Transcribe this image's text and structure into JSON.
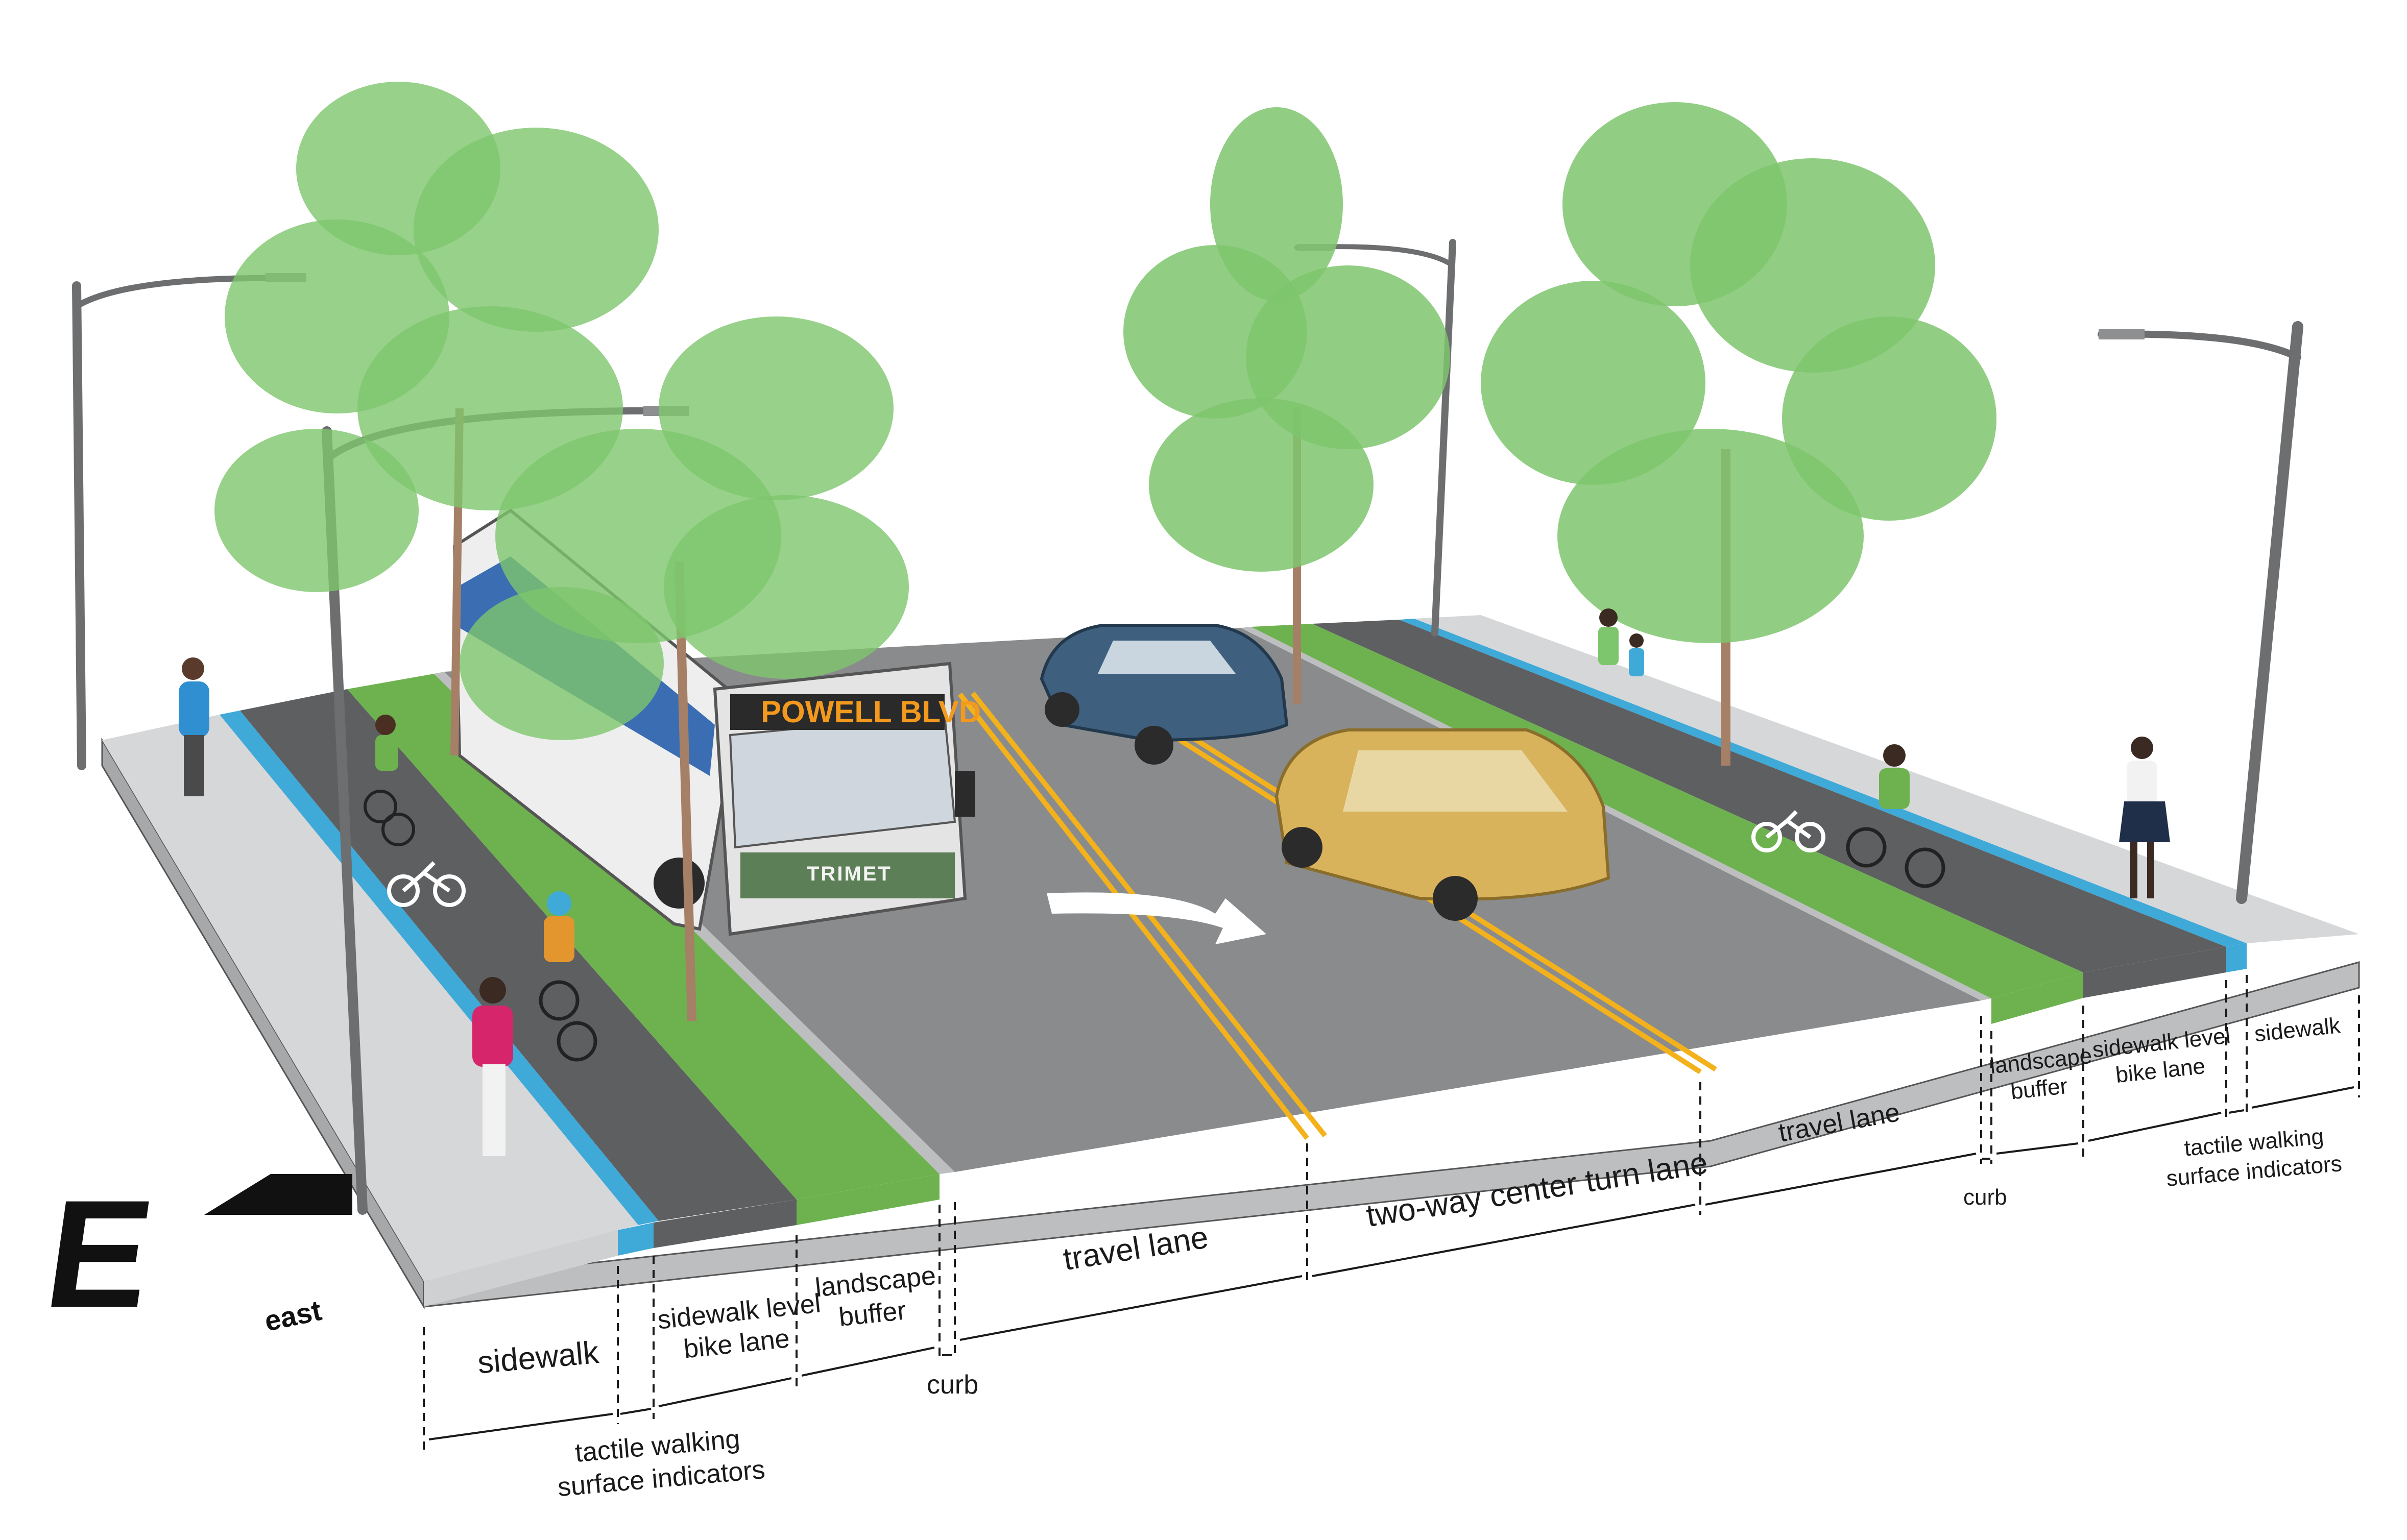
{
  "labels": {
    "left_sidewalk": "sidewalk",
    "left_bike_lane": "sidewalk level bike lane",
    "left_landscape_buffer": "landscape buffer",
    "left_curb": "curb",
    "left_tactile": "tactile walking surface indicators",
    "left_travel_lane": "travel lane",
    "center_turn_lane": "two-way center turn lane",
    "right_travel_lane": "travel lane",
    "right_curb": "curb",
    "right_landscape_buffer": "landscape buffer",
    "right_bike_lane": "sidewalk level bike lane",
    "right_tactile": "tactile walking surface indicators",
    "right_sidewalk": "sidewalk"
  },
  "bus": {
    "destination_sign": "POWELL BLVD",
    "brand": "TRIMET"
  },
  "compass": {
    "letter": "E",
    "word": "east"
  },
  "colors": {
    "asphalt": "#8a8b8d",
    "bike_lane": "#5e5f61",
    "landscape": "#6db24f",
    "sidewalk": "#d6d7d8",
    "tactile": "#3fa9d8",
    "lane_yellow": "#f3b21b",
    "tree": "#7ec66d"
  }
}
